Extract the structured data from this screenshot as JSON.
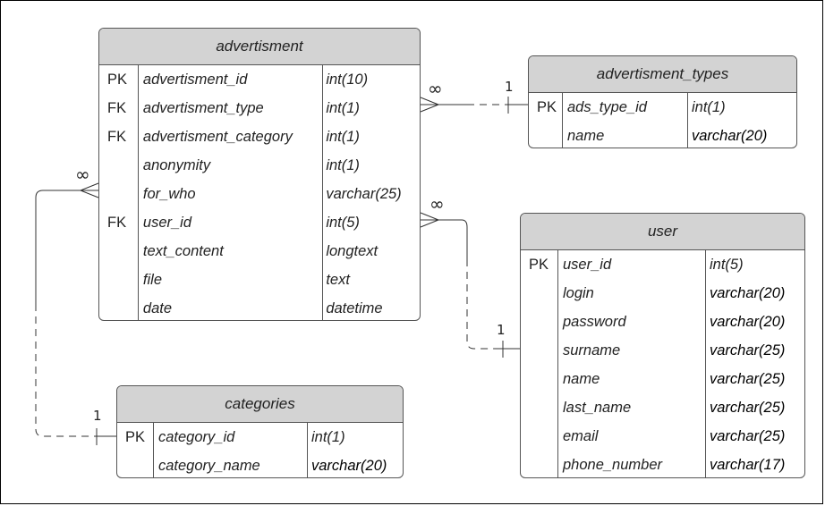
{
  "entities": {
    "advertisment": {
      "title": "advertisment",
      "rows": [
        {
          "key": "PK",
          "name": "advertisment_id",
          "type": "int(10)"
        },
        {
          "key": "FK",
          "name": "advertisment_type",
          "type": "int(1)"
        },
        {
          "key": "FK",
          "name": "advertisment_category",
          "type": "int(1)"
        },
        {
          "key": "",
          "name": "anonymity",
          "type": "int(1)"
        },
        {
          "key": "",
          "name": "for_who",
          "type": "varchar(25)"
        },
        {
          "key": "FK",
          "name": "user_id",
          "type": "int(5)"
        },
        {
          "key": "",
          "name": "text_content",
          "type": "longtext"
        },
        {
          "key": "",
          "name": "file",
          "type": "text"
        },
        {
          "key": "",
          "name": "date",
          "type": "datetime"
        }
      ]
    },
    "advertisment_types": {
      "title": "advertisment_types",
      "rows": [
        {
          "key": "PK",
          "name": "ads_type_id",
          "type": "int(1)"
        },
        {
          "key": "",
          "name": "name",
          "type": "varchar(20)"
        }
      ]
    },
    "user": {
      "title": "user",
      "rows": [
        {
          "key": "PK",
          "name": "user_id",
          "type": "int(5)"
        },
        {
          "key": "",
          "name": "login",
          "type": "varchar(20)"
        },
        {
          "key": "",
          "name": "password",
          "type": "varchar(20)"
        },
        {
          "key": "",
          "name": "surname",
          "type": "varchar(25)"
        },
        {
          "key": "",
          "name": "name",
          "type": "varchar(25)"
        },
        {
          "key": "",
          "name": "last_name",
          "type": "varchar(25)"
        },
        {
          "key": "",
          "name": "email",
          "type": "varchar(25)"
        },
        {
          "key": "",
          "name": "phone_number",
          "type": "varchar(17)"
        }
      ]
    },
    "categories": {
      "title": "categories",
      "rows": [
        {
          "key": "PK",
          "name": "category_id",
          "type": "int(1)"
        },
        {
          "key": "",
          "name": "category_name",
          "type": "varchar(20)"
        }
      ]
    }
  },
  "relationships": {
    "adv_to_types": {
      "many_label": "∞",
      "one_label": "1"
    },
    "adv_to_user": {
      "many_label": "∞",
      "one_label": "1"
    },
    "adv_to_categories": {
      "many_label": "∞",
      "one_label": "1"
    }
  },
  "colors": {
    "header_fill": "#d3d3d3",
    "border": "#555555",
    "line": "#333333"
  }
}
